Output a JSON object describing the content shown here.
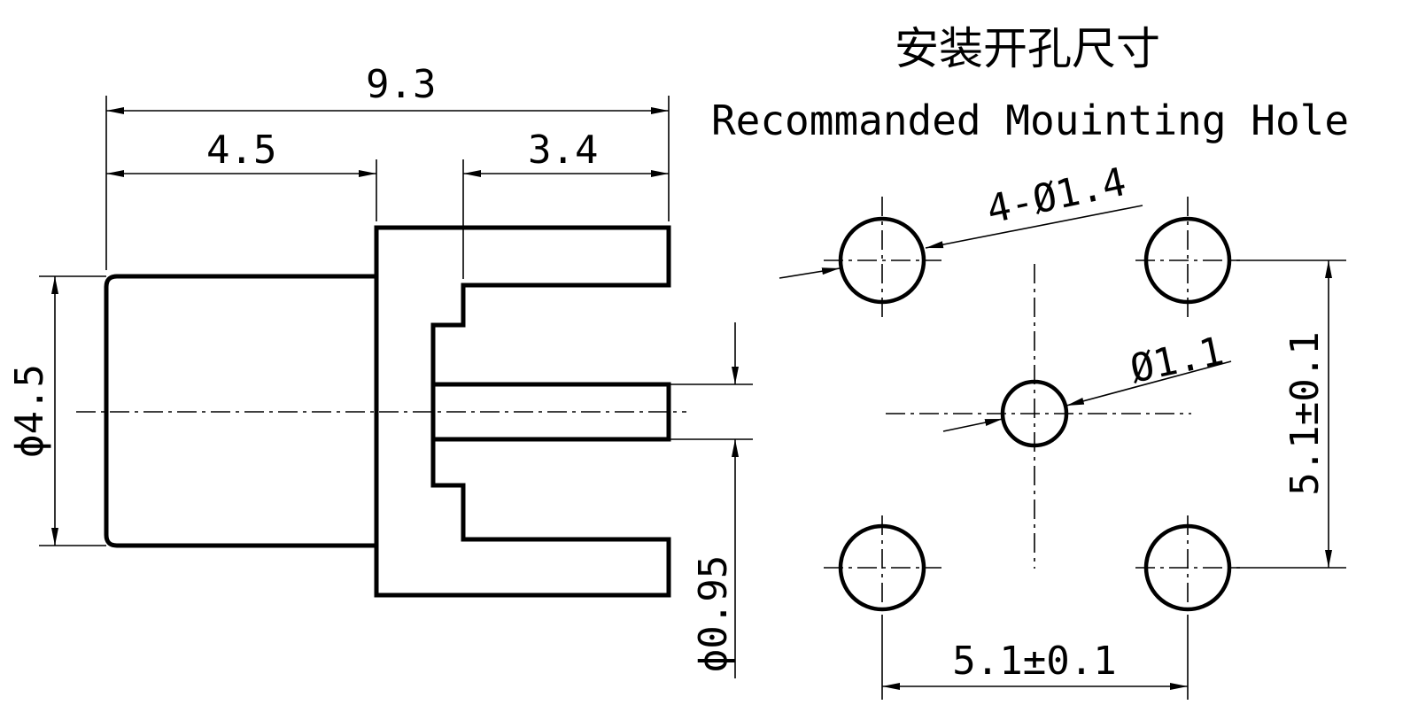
{
  "title_cn": "安装开孔尺寸",
  "title_en": "Recommanded Mouinting Hole",
  "dimensions": {
    "total_length": "9.3",
    "body_length": "4.5",
    "pin_length": "3.4",
    "body_diameter": "ϕ4.5",
    "pin_diameter": "ϕ0.95",
    "corner_holes": "4-Ø1.4",
    "center_hole": "Ø1.1",
    "vertical_spacing": "5.1±0.1",
    "horizontal_spacing": "5.1±0.1"
  }
}
